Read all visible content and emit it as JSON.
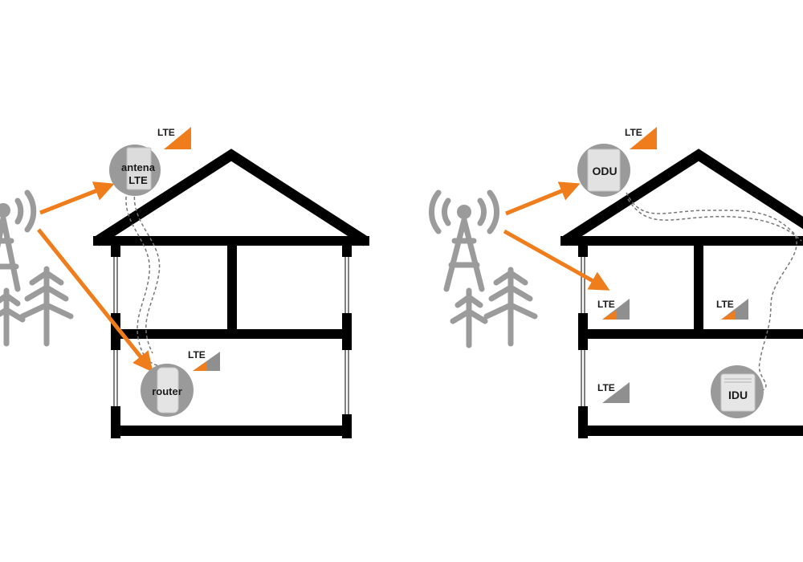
{
  "colors": {
    "accent": "#f07d1b",
    "structure": "#000000",
    "device_gray": "#9a9a9a",
    "device_light": "#cfcfcf",
    "tower_gray": "#9b9b9b",
    "signal_gray": "#8c8c8c"
  },
  "left_scene": {
    "antenna": {
      "line1": "antena",
      "line2": "LTE",
      "badge": "LTE"
    },
    "router": {
      "label": "router",
      "badge": "LTE"
    }
  },
  "right_scene": {
    "odu": {
      "label": "ODU",
      "badge": "LTE"
    },
    "idu": {
      "label": "IDU"
    },
    "room_badges": [
      "LTE",
      "LTE",
      "LTE"
    ]
  },
  "icons": [
    "signal-tower-icon",
    "tree-icon",
    "lte-signal-icon",
    "outdoor-antenna-icon",
    "router-icon",
    "idu-icon"
  ]
}
